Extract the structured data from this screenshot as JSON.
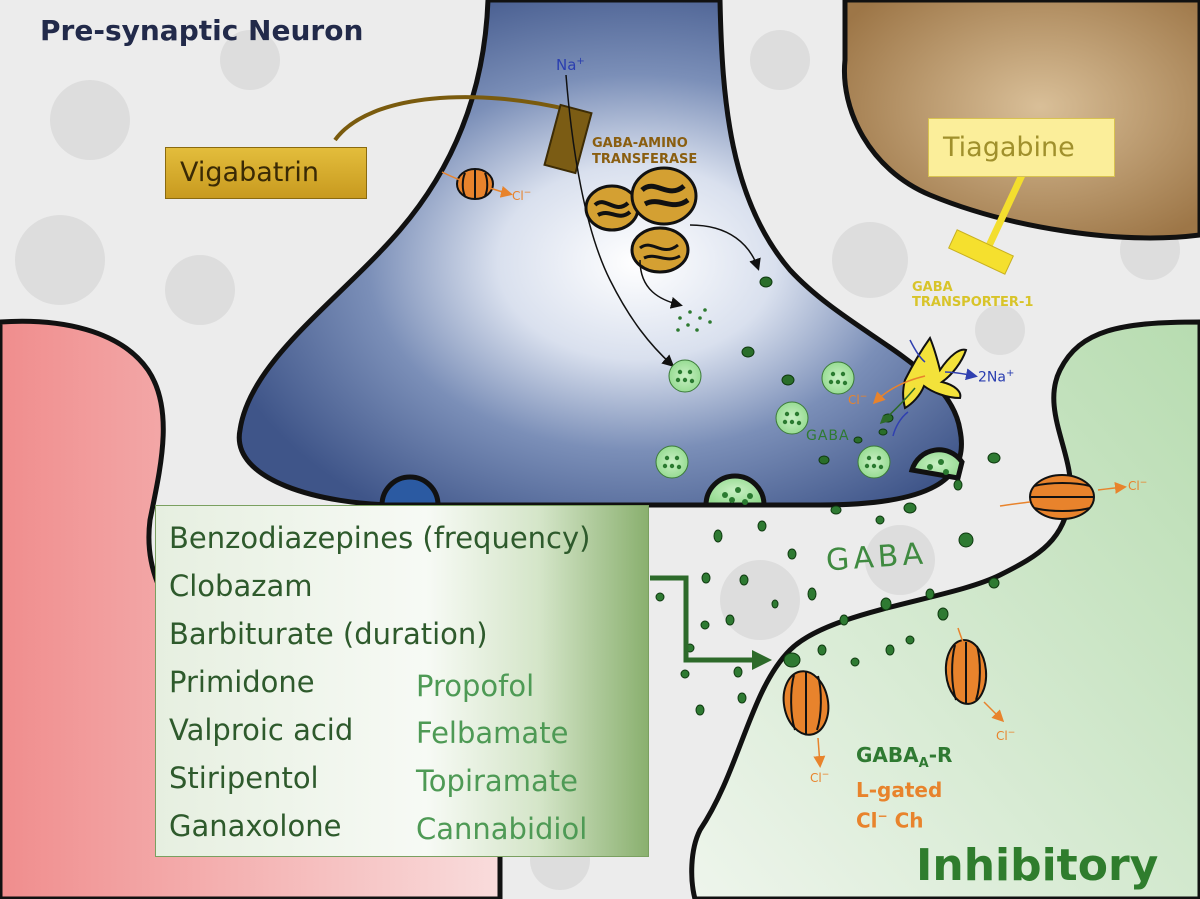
{
  "title": "Pre-synaptic Neuron",
  "drugs": {
    "vigabatrin": "Vigabatrin",
    "tiagabine": "Tiagabine"
  },
  "enzyme": {
    "line1": "GABA-AMINO",
    "line2": "TRANSFERASE"
  },
  "transporter": {
    "line1": "GABA",
    "line2": "TRANSPORTER-1"
  },
  "ions": {
    "na": "Na",
    "na_sup": "+",
    "two_na": "2Na",
    "two_na_sup": "+",
    "cl": "Cl",
    "cl_sup": "−"
  },
  "gaba_labels": {
    "small": "GABA",
    "cleft": "GABA"
  },
  "receptor": {
    "line1_a": "GABA",
    "line1_sub": "A",
    "line1_b": "-R",
    "line2": "L-gated",
    "line3_a": "Cl",
    "line3_sup": "−",
    "line3_b": "Ch"
  },
  "inhibitory": "Inhibitory",
  "drug_list": {
    "left": [
      "Benzodiazepines (frequency)",
      "Clobazam",
      "Barbiturate (duration)",
      "Primidone",
      "Valproic acid",
      "Stiripentol",
      "Ganaxolone"
    ],
    "right": [
      "Propofol",
      "Felbamate",
      "Topiramate",
      "Cannabidiol"
    ]
  },
  "colors": {
    "presynaptic": "#4f6a9c",
    "vigabatrin_box": "#d4a92a",
    "tiagabine_box": "#fbee9a",
    "gaba_green": "#2f7a32",
    "channel_orange": "#e8832c",
    "inhibitory_text": "#2f7d2d",
    "postsynaptic_green": "#a8d5a0",
    "left_red": "#f08a8a",
    "top_right_brown": "#b08a60"
  }
}
